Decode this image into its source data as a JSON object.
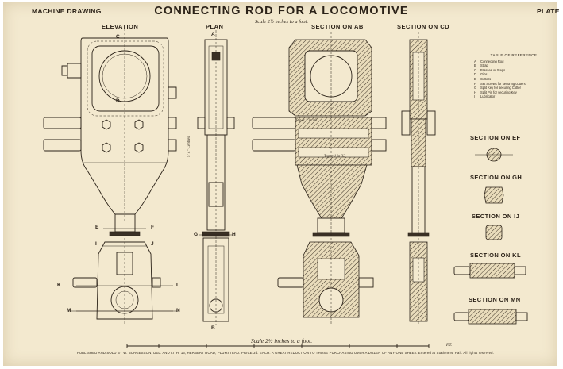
{
  "header": {
    "left_tag": "MACHINE DRAWING",
    "title": "CONNECTING ROD FOR A LOCOMOTIVE",
    "right_tag": "PLATE",
    "scale_note": "Scale 2½ inches to a foot."
  },
  "views": {
    "elevation": "ELEVATION",
    "plan": "PLAN",
    "section_ab": "SECTION ON AB",
    "section_cd": "SECTION ON CD"
  },
  "sections": {
    "ef": "SECTION ON EF",
    "gh": "SECTION ON GH",
    "ij": "SECTION ON IJ",
    "kl": "SECTION ON KL",
    "mn": "SECTION ON MN"
  },
  "reference_table": {
    "heading": "TABLE OF REFERENCE",
    "items": [
      {
        "key": "A",
        "text": "Connecting Rod"
      },
      {
        "key": "B",
        "text": "Strap"
      },
      {
        "key": "C",
        "text": "Brasses or Steps"
      },
      {
        "key": "D",
        "text": "Gibs"
      },
      {
        "key": "E",
        "text": "Cotters"
      },
      {
        "key": "F",
        "text": "Set Screws for securing cotters"
      },
      {
        "key": "G",
        "text": "Split Key for securing Cotter"
      },
      {
        "key": "H",
        "text": "Split Pin for securing Key"
      },
      {
        "key": "I",
        "text": "Lubricator"
      }
    ]
  },
  "labels": {
    "c": "C",
    "d": "D",
    "e": "E",
    "f": "F",
    "g": "G",
    "h": "H",
    "i": "I",
    "j": "J",
    "k": "K",
    "l": "L",
    "m": "M",
    "n": "N",
    "a": "A",
    "b": "B",
    "centres": "5' 4\" Centres",
    "taper1": "Taper 1 in 16",
    "taper2": "Taper 1 in 32"
  },
  "footer": {
    "scale": "Scale 2½ inches to a foot.",
    "publisher": "PUBLISHED AND SOLD BY W. BURGESSON, DEL. AND LITH. 16, HERBERT ROAD, PLUMSTEAD. PRICE 3d. EACH. A GREAT REDUCTION TO THOSE PURCHASING OVER A DOZEN OF ANY ONE SHEET. Entered at Stationers' Hall. All rights reserved.",
    "initials": "F.T."
  }
}
